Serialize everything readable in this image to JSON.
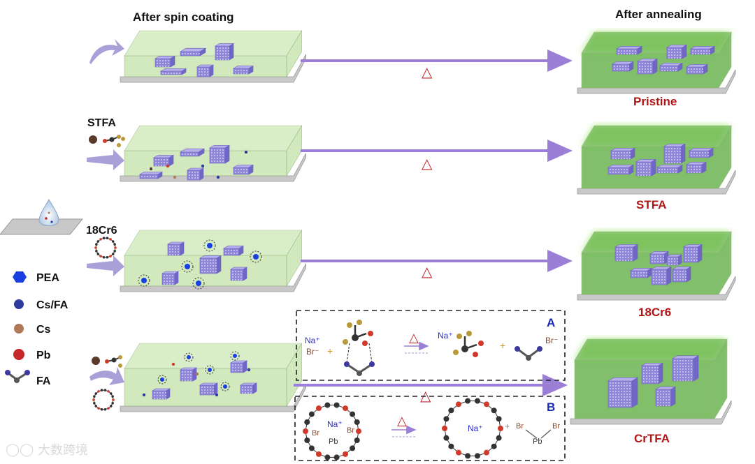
{
  "headers": {
    "left": "After spin coating",
    "right": "After annealing"
  },
  "rows": [
    {
      "left_label": "",
      "result_label": "Pristine"
    },
    {
      "left_label": "STFA",
      "result_label": "STFA"
    },
    {
      "left_label": "18Cr6",
      "result_label": "18Cr6"
    },
    {
      "left_label": "",
      "result_label": "CrTFA"
    }
  ],
  "legend": [
    {
      "label": "PEA",
      "icon": "hexagon-icon",
      "color": "#1a3fe0"
    },
    {
      "label": "Cs/FA",
      "icon": "circle-icon",
      "color": "#2f3c9e"
    },
    {
      "label": "Cs",
      "icon": "circle-icon",
      "color": "#b07a5a"
    },
    {
      "label": "Pb",
      "icon": "circle-icon",
      "color": "#c8272a"
    },
    {
      "label": "FA",
      "icon": "fa-molecule-icon",
      "color": "#3a3aa0"
    }
  ],
  "anneal_symbol": "△",
  "reaction_a": {
    "tag": "A",
    "na": "Na⁺",
    "br": "Br⁻",
    "plus": "+"
  },
  "reaction_b": {
    "tag": "B",
    "na": "Na⁺",
    "br": "Br",
    "pb": "Pb",
    "plus": "+"
  },
  "watermark": "大数跨境",
  "colors": {
    "arrow": "#9b7fd6",
    "result_label": "#b01515",
    "film": "#c9e6b2",
    "film_annealed": "#6db552",
    "substrate": "#c8c8c8"
  }
}
